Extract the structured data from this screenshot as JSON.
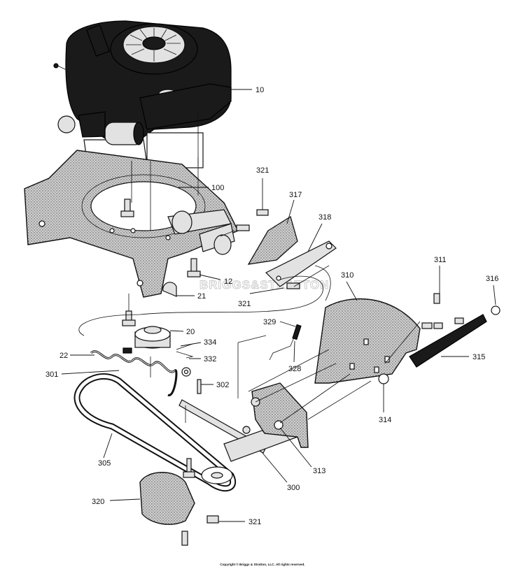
{
  "labels": {
    "p10": "10",
    "p100": "100",
    "p321a": "321",
    "p317": "317",
    "p318": "318",
    "p12": "12",
    "p21": "21",
    "p321b": "321",
    "p310": "310",
    "p311": "311",
    "p316": "316",
    "p329": "329",
    "p20": "20",
    "p334": "334",
    "p22": "22",
    "p332": "332",
    "p328": "328",
    "p315": "315",
    "p301": "301",
    "p302": "302",
    "p314": "314",
    "p305": "305",
    "p313": "313",
    "p300": "300",
    "p320": "320",
    "p321c": "321"
  },
  "watermark": "BRIGGS&STRATTON",
  "copyright": "Copyright © Briggs & Stratton, LLC. All rights reserved."
}
